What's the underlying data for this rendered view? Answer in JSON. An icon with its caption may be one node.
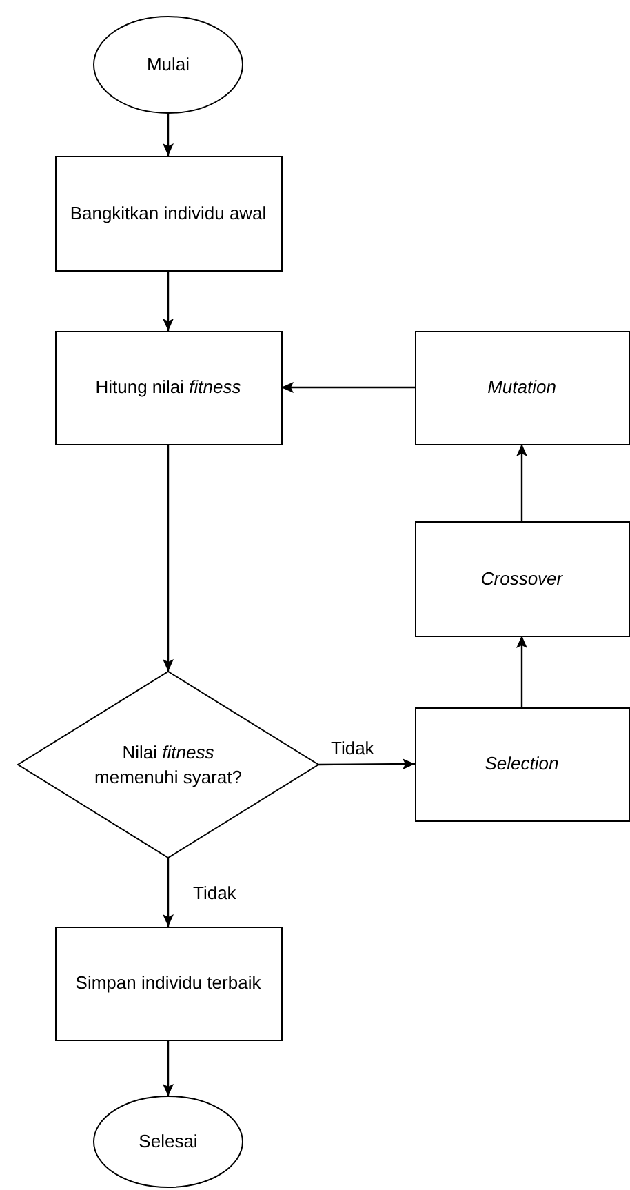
{
  "diagram": {
    "nodes": [
      {
        "text": [
          "Mulai"
        ]
      },
      {
        "text": [
          "Bangkitkan individu awal"
        ]
      },
      {
        "text": [
          "Hitung nilai *fitness*"
        ]
      },
      {
        "text": [
          "Mutation"
        ]
      },
      {
        "text": [
          "Crossover"
        ]
      },
      {
        "text": [
          "Selection"
        ]
      },
      {
        "text": [
          "Nilai *fitness* memenuhi syarat?"
        ]
      },
      {
        "text": [
          "Simpan individu terbaik"
        ]
      },
      {
        "text": [
          "Selesai"
        ]
      }
    ],
    "edges": [
      {
        "from": 0,
        "to": 1,
        "arrow": "to"
      },
      {
        "from": 1,
        "to": 2,
        "arrow": "to"
      },
      {
        "from": 2,
        "to": 6,
        "arrow": "to"
      },
      {
        "from": 6,
        "to": 5,
        "arrow": "to",
        "label": "Tidak"
      },
      {
        "from": 5,
        "to": 4,
        "arrow": "to"
      },
      {
        "from": 4,
        "to": 3,
        "arrow": "to"
      },
      {
        "from": 3,
        "to": 2,
        "arrow": "to"
      },
      {
        "from": 6,
        "to": 7,
        "arrow": "to",
        "label": "Tidak"
      },
      {
        "from": 7,
        "to": 8,
        "arrow": "to"
      }
    ]
  }
}
